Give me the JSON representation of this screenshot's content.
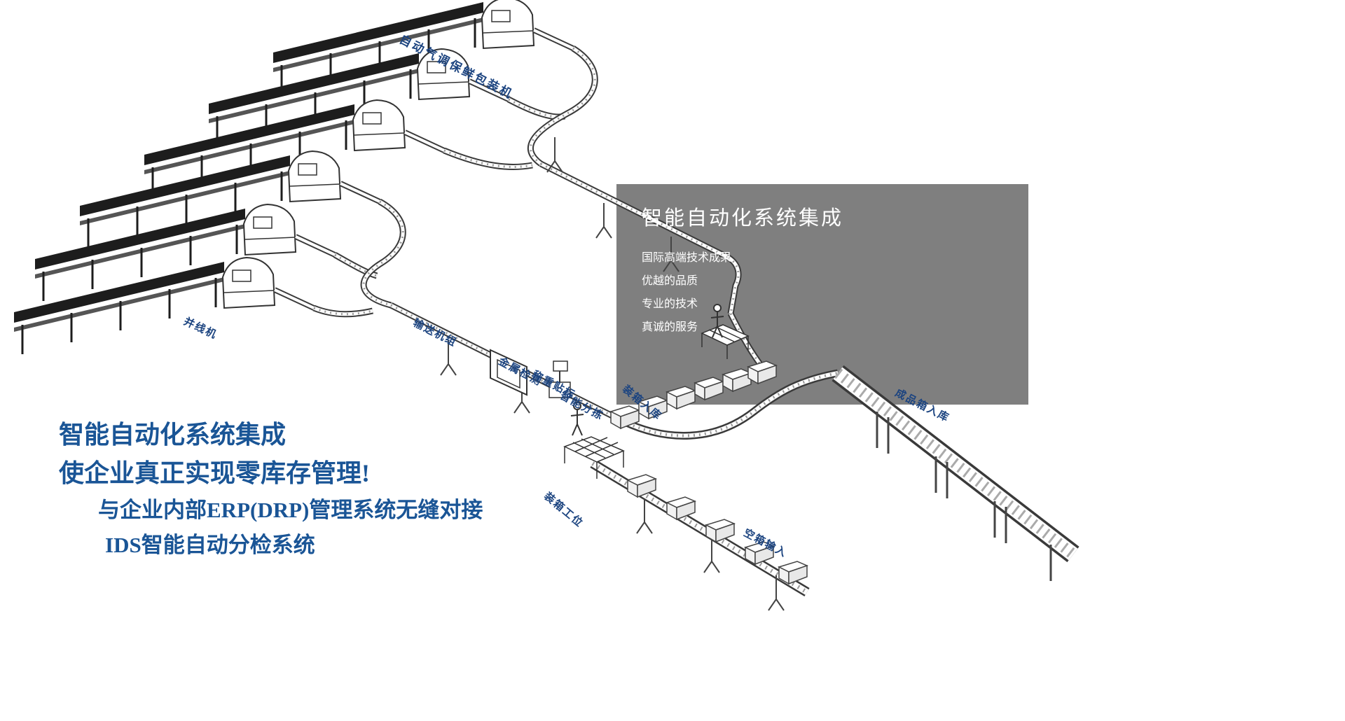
{
  "panel": {
    "title": "智能自动化系统集成",
    "features": [
      "国际高端技术成果",
      "优越的品质",
      "专业的技术",
      "真诚的服务"
    ]
  },
  "slogan": {
    "line1": "智能自动化系统集成",
    "line2": "使企业真正实现零库存管理!",
    "line3": "与企业内部ERP(DRP)管理系统无缝对接",
    "line4": "IDS智能自动分检系统"
  },
  "labels": {
    "packaging": "自动气调保鲜包装机",
    "merger": "并线机",
    "conveyor": "输送机组",
    "metal_detect": "金属检测",
    "weigh_label": "称重贴标",
    "smart_sort": "智能分拣",
    "box_storage": "装箱入库",
    "box_station": "装箱工位",
    "empty_box_in": "空箱输入",
    "finished_box_storage": "成品箱入库"
  },
  "colors": {
    "label_blue": "#1c4480",
    "slogan_blue": "#1a5596",
    "panel_gray": "#7f7f7f",
    "panel_text": "#ffffff"
  }
}
